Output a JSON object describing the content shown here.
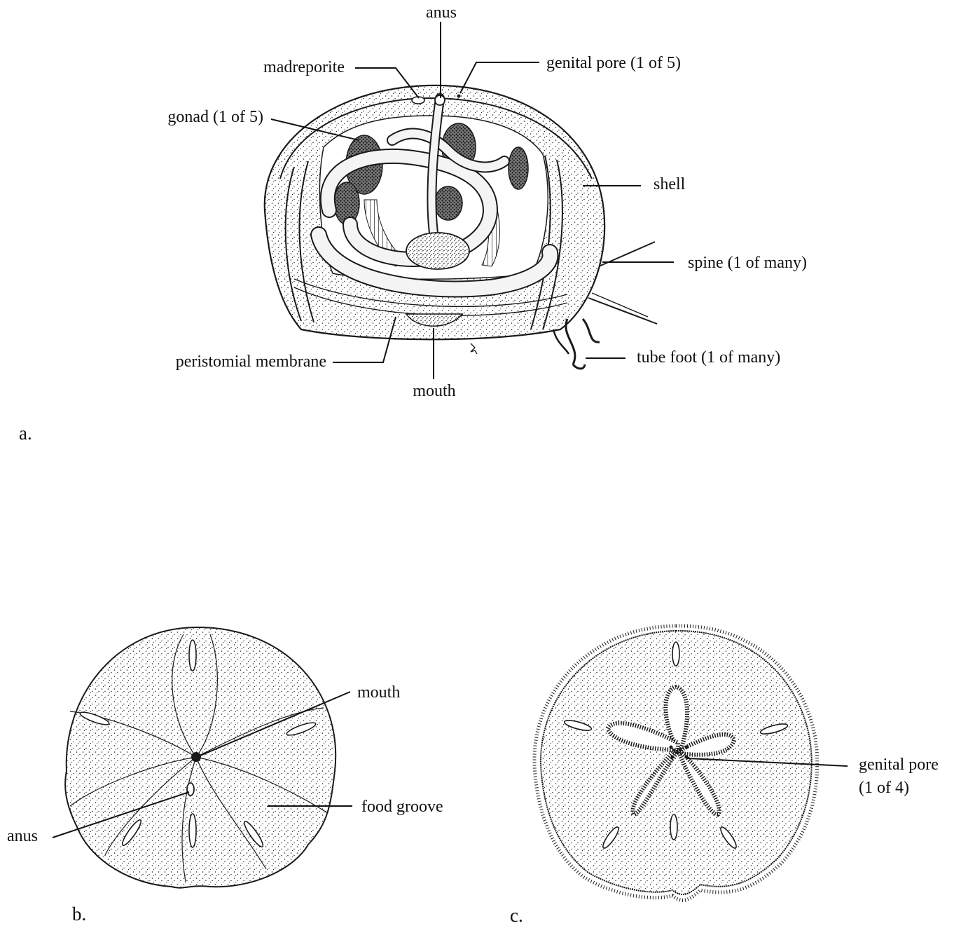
{
  "panels": {
    "a": {
      "letter": "a.",
      "labels": {
        "anus": "anus",
        "madreporite": "madreporite",
        "genital_pore": "genital pore (1 of 5)",
        "gonad": "gonad (1 of 5)",
        "shell": "shell",
        "spine": "spine (1 of many)",
        "peristomial_membrane": "peristomial membrane",
        "tube_foot": "tube foot (1 of many)",
        "mouth": "mouth"
      }
    },
    "b": {
      "letter": "b.",
      "labels": {
        "mouth": "mouth",
        "food_groove": "food groove",
        "anus": "anus"
      }
    },
    "c": {
      "letter": "c.",
      "labels": {
        "genital_pore_line1": "genital pore",
        "genital_pore_line2": "(1 of 4)"
      }
    }
  },
  "colors": {
    "ink": "#1a1a1a",
    "paper": "#ffffff",
    "dark_tissue": "#3a3a3a"
  }
}
